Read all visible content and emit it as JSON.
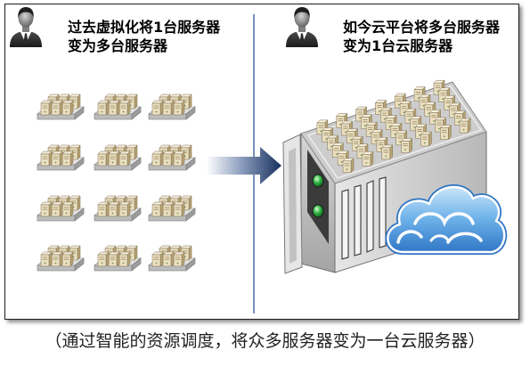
{
  "left_panel": {
    "title_lines": [
      "过去虚拟化将1台服务器",
      "变为多台服务器"
    ],
    "icon": "businessman-icon",
    "graphic": "server-cluster-icon"
  },
  "right_panel": {
    "title_lines": [
      "如今云平台将多台服务器",
      "变为1台云服务器"
    ],
    "icon": "businessman-icon",
    "graphic": "cloud-server-rack-icon"
  },
  "transition_icon": "arrow-right-icon",
  "caption": "（通过智能的资源调度，将众多服务器变为一台云服务器）",
  "colors": {
    "title_text": "#000000",
    "caption_text": "#222222",
    "divider": "#4a6da6",
    "arrow": "#17305e",
    "led": "#36b94a",
    "cloud": "#2d74c4"
  }
}
